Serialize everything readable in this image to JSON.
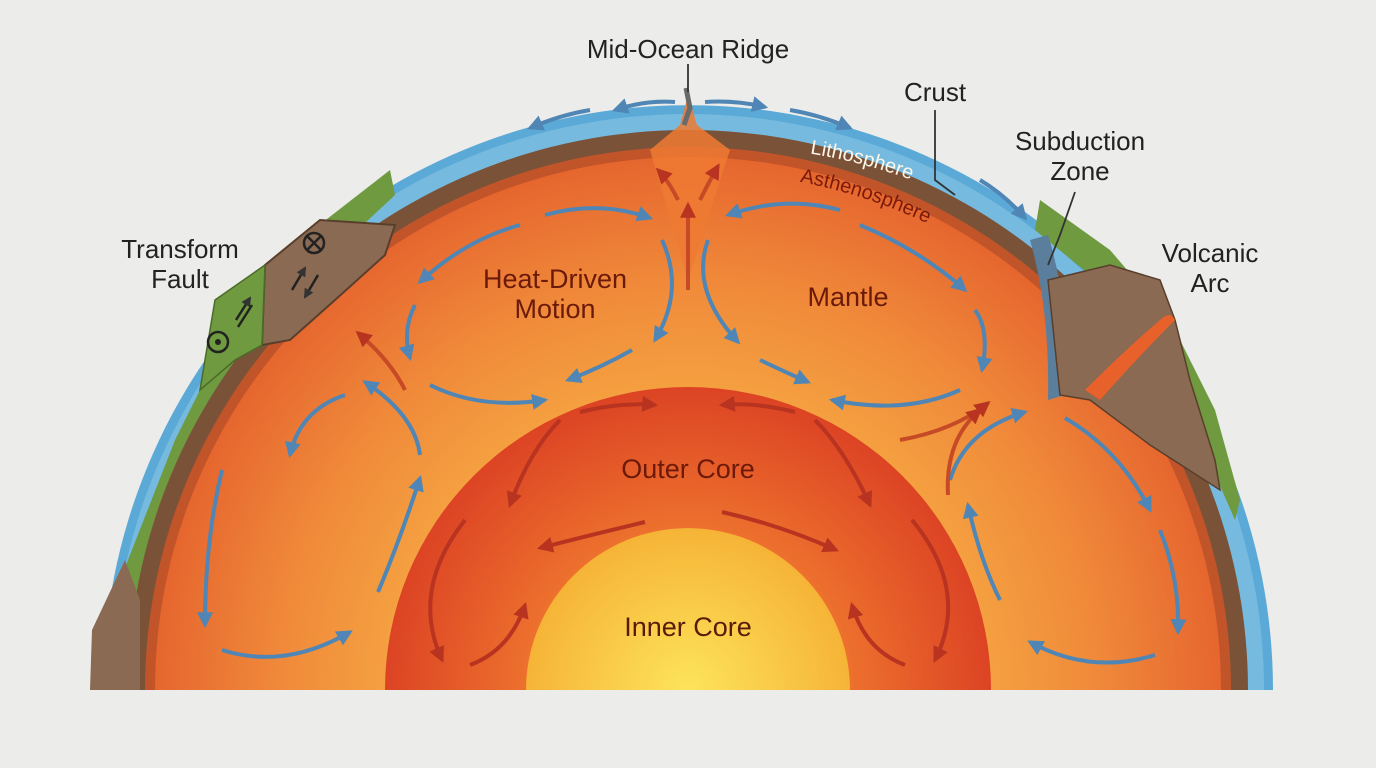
{
  "labels": {
    "mid_ocean_ridge": "Mid-Ocean Ridge",
    "crust": "Crust",
    "subduction_zone_1": "Subduction",
    "subduction_zone_2": "Zone",
    "volcanic_arc_1": "Volcanic",
    "volcanic_arc_2": "Arc",
    "transform_fault_1": "Transform",
    "transform_fault_2": "Fault",
    "lithosphere": "Lithosphere",
    "asthenosphere": "Asthenosphere",
    "heat_driven_1": "Heat-Driven",
    "heat_driven_2": "Motion",
    "mantle": "Mantle",
    "outer_core": "Outer Core",
    "inner_core": "Inner Core"
  },
  "colors": {
    "background": "#ececea",
    "ocean": "#5ba9d6",
    "ocean_light": "#8ccbe8",
    "land": "#6f9a3f",
    "rock": "#8a6a52",
    "lithosphere": "#7a5238",
    "asthenosphere": "#c2542a",
    "mantle_outer": "#e86a30",
    "mantle_inner": "#f6a53e",
    "outer_core": "#e2542a",
    "inner_core": "#fbcb3d",
    "convection_arrow": "#4f86b5",
    "core_arrow": "#b83420"
  }
}
